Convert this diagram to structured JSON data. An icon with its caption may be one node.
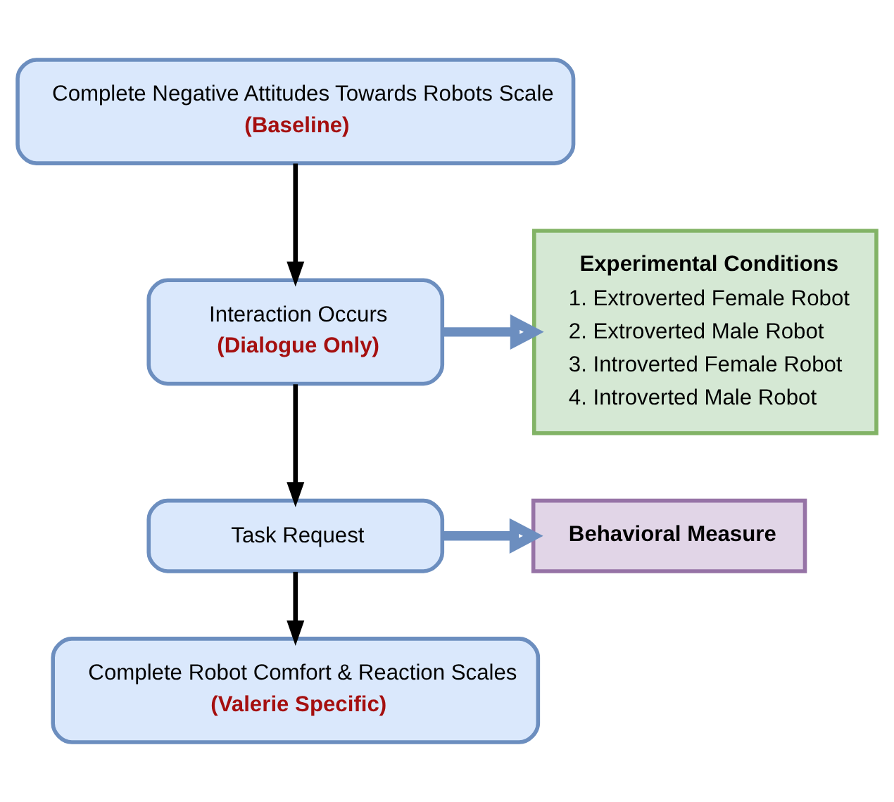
{
  "diagram": {
    "nodes": [
      {
        "text": [
          "Complete Negative Attitudes Towards Robots Scale",
          "(Baseline)"
        ]
      },
      {
        "text": [
          "Interaction Occurs",
          "(Dialogue Only)"
        ]
      },
      {
        "text": [
          "Task Request"
        ]
      },
      {
        "text": [
          "Complete Robot Comfort & Reaction Scales",
          "(Valerie Specific)"
        ]
      },
      {
        "text": [
          "Experimental Conditions",
          "1. Extroverted Female Robot",
          "2. Extroverted Male Robot",
          "3. Introverted Female Robot",
          "4. Introverted Male Robot"
        ]
      },
      {
        "text": [
          "Behavioral Measure"
        ]
      }
    ],
    "edges": [
      {
        "from": 0,
        "to": 1,
        "arrow": "to"
      },
      {
        "from": 1,
        "to": 2,
        "arrow": "to"
      },
      {
        "from": 2,
        "to": 3,
        "arrow": "to"
      },
      {
        "from": 1,
        "to": 4,
        "arrow": "to",
        "style": "thick",
        "color": "#6c8ebf"
      },
      {
        "from": 2,
        "to": 5,
        "arrow": "to",
        "style": "thick",
        "color": "#6c8ebf"
      }
    ]
  }
}
